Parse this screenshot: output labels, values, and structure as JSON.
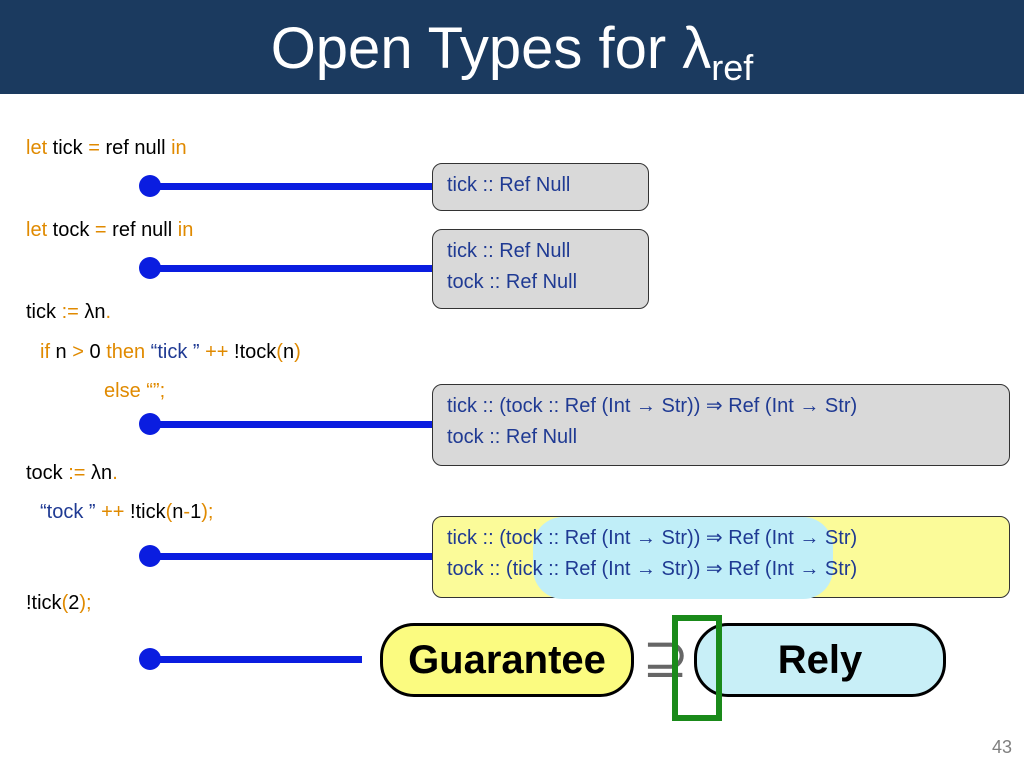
{
  "title": {
    "main": "Open Types for λ",
    "sub": "ref"
  },
  "code": {
    "line1": {
      "let": "let",
      "name": " tick ",
      "eq": "=",
      "rest": " ref null ",
      "in": "in"
    },
    "line2": {
      "let": "let",
      "name": " tock ",
      "eq": "=",
      "rest": " ref null ",
      "in": "in"
    },
    "line3": {
      "name": "tick ",
      "assign": ":=",
      "lam": " λn",
      "dot": "."
    },
    "line4": {
      "if": "if",
      "n": " n ",
      "gt": ">",
      "zero": " 0 ",
      "then": "then",
      "str": " “tick ”",
      "concat": " ++ ",
      "deref": "!tock",
      "lp": "(",
      "arg": "n",
      "rp": ")"
    },
    "line5": {
      "else": "else “”;"
    },
    "line6": {
      "name": "tock ",
      "assign": ":=",
      "lam": " λn",
      "dot": "."
    },
    "line7": {
      "str": "“tock ”",
      "concat": " ++ ",
      "deref": "!tick",
      "lp": "(",
      "n": "n",
      "minus": "-",
      "one": "1",
      "rp": ");"
    },
    "line8": {
      "deref": "!tick",
      "lp": "(",
      "arg": "2",
      "rp": ");"
    }
  },
  "boxes": {
    "box1": [
      "tick :: Ref Null"
    ],
    "box2": [
      "tick :: Ref Null",
      "tock :: Ref Null"
    ],
    "box3": [
      "tick :: (tock :: Ref (Int → Str)) ⇒ Ref (Int → Str)",
      "tock :: Ref Null"
    ],
    "box4": [
      "tick :: (tock :: Ref (Int → Str)) ⇒ Ref (Int → Str)",
      "tock :: (tick :: Ref (Int → Str)) ⇒ Ref (Int → Str)"
    ]
  },
  "bottom": {
    "guarantee": "Guarantee",
    "supset": "⊇",
    "rely": "Rely"
  },
  "page_number": "43",
  "colors": {
    "title_bg": "#1b3a5f",
    "keyword": "#e08a00",
    "string": "#1f3a93",
    "connector": "#0a1de0",
    "highlight_yellow": "#fbfb99",
    "highlight_blue": "#c0eef8",
    "green_frame": "#1a8a1a"
  }
}
